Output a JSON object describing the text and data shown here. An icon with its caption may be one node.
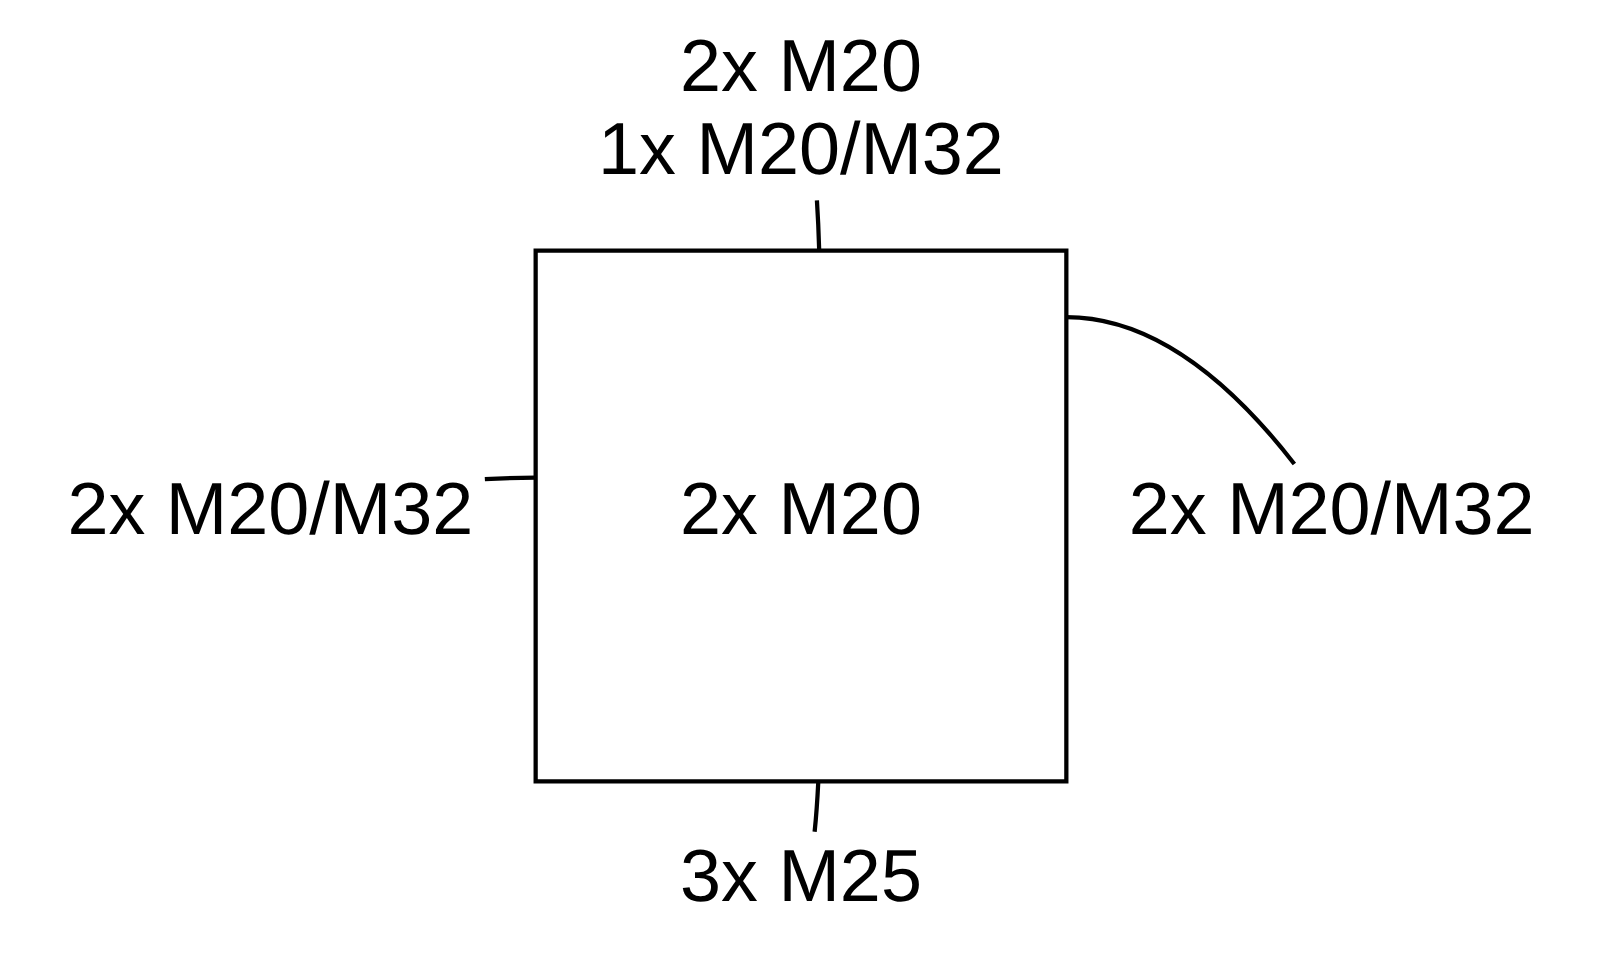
{
  "diagram": {
    "nodes": [
      {
        "text": [
          "2x M20"
        ]
      },
      {
        "text": [
          "2x M20",
          "1x M20/M32"
        ]
      },
      {
        "text": [
          "2x M20/M32"
        ]
      },
      {
        "text": [
          "2x M20/M32"
        ]
      },
      {
        "text": [
          "3x M25"
        ]
      }
    ],
    "edges": [
      {
        "from": 1,
        "to": 0,
        "arrow": "none"
      },
      {
        "from": 2,
        "to": 0,
        "arrow": "none"
      },
      {
        "from": 3,
        "to": 0,
        "arrow": "none"
      },
      {
        "from": 4,
        "to": 0,
        "arrow": "none"
      }
    ]
  }
}
